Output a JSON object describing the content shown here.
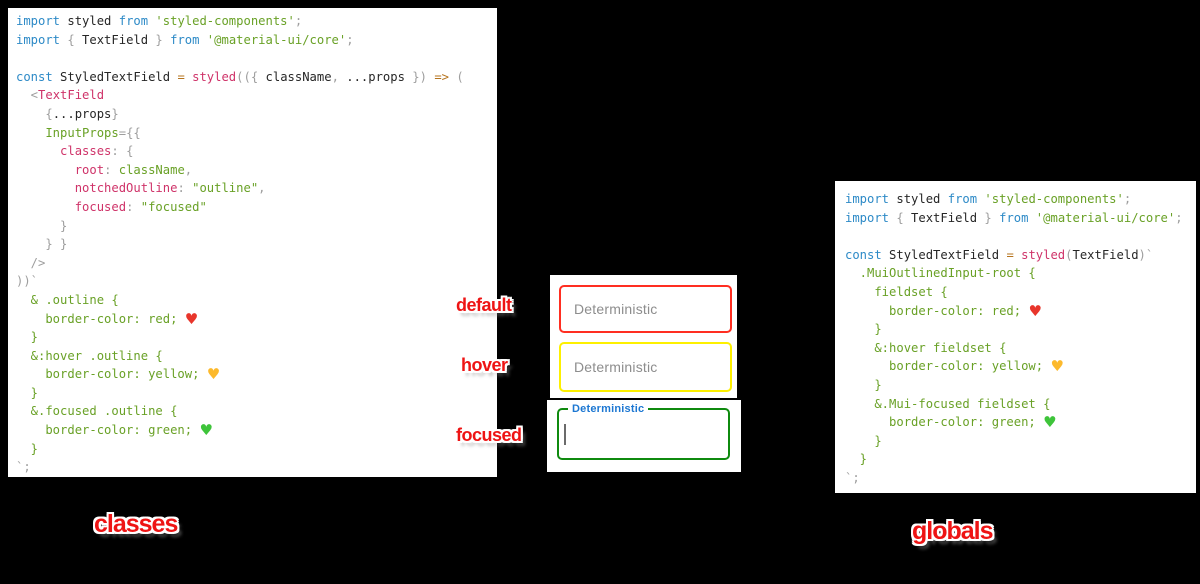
{
  "colors": {
    "background": "#000000",
    "keyword_blue": "#2d8ac7",
    "string_green": "#69a126",
    "property_pink": "#cf3369",
    "operator_orange": "#b5731d",
    "punctuation_gray": "#9e9e9e",
    "code_text": "#262626",
    "annotation_red": "#ee1414",
    "heart_red": "#e8352b",
    "heart_yellow": "#fcb92c",
    "heart_green": "#3ec43a",
    "field_default_border": "#ff2e21",
    "field_hover_border": "#fdf000",
    "field_focused_border": "#0f8a0f",
    "focused_label_blue": "#1c77d2",
    "placeholder_gray": "#8d8d8d"
  },
  "left_code": {
    "caption": "classes",
    "lines": [
      [
        [
          "k",
          "import"
        ],
        [
          "t",
          " styled "
        ],
        [
          "k",
          "from"
        ],
        [
          "s",
          " 'styled-components'"
        ],
        [
          "p",
          ";"
        ]
      ],
      [
        [
          "k",
          "import"
        ],
        [
          "p",
          " { "
        ],
        [
          "t",
          "TextField"
        ],
        [
          "p",
          " } "
        ],
        [
          "k",
          "from"
        ],
        [
          "s",
          " '@material-ui/core'"
        ],
        [
          "p",
          ";"
        ]
      ],
      [],
      [
        [
          "k",
          "const"
        ],
        [
          "t",
          " StyledTextField "
        ],
        [
          "o",
          "="
        ],
        [
          "m",
          " styled"
        ],
        [
          "p",
          "(({ "
        ],
        [
          "t",
          "className"
        ],
        [
          "p",
          ", "
        ],
        [
          "t",
          "...props"
        ],
        [
          "p",
          " }) "
        ],
        [
          "o",
          "=>"
        ],
        [
          "p",
          " ("
        ]
      ],
      [
        [
          "p",
          "  <"
        ],
        [
          "m",
          "TextField"
        ]
      ],
      [
        [
          "p",
          "    {"
        ],
        [
          "t",
          "...props"
        ],
        [
          "p",
          "}"
        ]
      ],
      [
        [
          "s",
          "    InputProps"
        ],
        [
          "p",
          "={{"
        ]
      ],
      [
        [
          "m",
          "      classes"
        ],
        [
          "p",
          ": {"
        ]
      ],
      [
        [
          "m",
          "        root"
        ],
        [
          "p",
          ": "
        ],
        [
          "s",
          "className"
        ],
        [
          "p",
          ","
        ]
      ],
      [
        [
          "m",
          "        notchedOutline"
        ],
        [
          "p",
          ": "
        ],
        [
          "s",
          "\"outline\""
        ],
        [
          "p",
          ","
        ]
      ],
      [
        [
          "m",
          "        focused"
        ],
        [
          "p",
          ": "
        ],
        [
          "s",
          "\"focused\""
        ]
      ],
      [
        [
          "p",
          "      }"
        ]
      ],
      [
        [
          "p",
          "    } }"
        ]
      ],
      [
        [
          "p",
          "  />"
        ]
      ],
      [
        [
          "p",
          "))`"
        ]
      ],
      [
        [
          "s",
          "  & .outline {"
        ]
      ],
      [
        [
          "s",
          "    border-color: red; "
        ],
        [
          "hr",
          "♥"
        ]
      ],
      [
        [
          "s",
          "  }"
        ]
      ],
      [
        [
          "s",
          "  &:hover .outline {"
        ]
      ],
      [
        [
          "s",
          "    border-color: yellow; "
        ],
        [
          "hy",
          "♥"
        ]
      ],
      [
        [
          "s",
          "  }"
        ]
      ],
      [
        [
          "s",
          "  &.focused .outline {"
        ]
      ],
      [
        [
          "s",
          "    border-color: green; "
        ],
        [
          "hg",
          "♥"
        ]
      ],
      [
        [
          "s",
          "  }"
        ]
      ],
      [
        [
          "p",
          "`;"
        ]
      ]
    ]
  },
  "right_code": {
    "caption": "globals",
    "lines": [
      [
        [
          "k",
          "import"
        ],
        [
          "t",
          " styled "
        ],
        [
          "k",
          "from"
        ],
        [
          "s",
          " 'styled-components'"
        ],
        [
          "p",
          ";"
        ]
      ],
      [
        [
          "k",
          "import"
        ],
        [
          "p",
          " { "
        ],
        [
          "t",
          "TextField"
        ],
        [
          "p",
          " } "
        ],
        [
          "k",
          "from"
        ],
        [
          "s",
          " '@material-ui/core'"
        ],
        [
          "p",
          ";"
        ]
      ],
      [],
      [
        [
          "k",
          "const"
        ],
        [
          "t",
          " StyledTextField "
        ],
        [
          "o",
          "="
        ],
        [
          "m",
          " styled"
        ],
        [
          "p",
          "("
        ],
        [
          "t",
          "TextField"
        ],
        [
          "p",
          ")`"
        ]
      ],
      [
        [
          "s",
          "  .MuiOutlinedInput-root {"
        ]
      ],
      [
        [
          "s",
          "    fieldset {"
        ]
      ],
      [
        [
          "s",
          "      border-color: red; "
        ],
        [
          "hr",
          "♥"
        ]
      ],
      [
        [
          "s",
          "    }"
        ]
      ],
      [
        [
          "s",
          "    &:hover fieldset {"
        ]
      ],
      [
        [
          "s",
          "      border-color: yellow; "
        ],
        [
          "hy",
          "♥"
        ]
      ],
      [
        [
          "s",
          "    }"
        ]
      ],
      [
        [
          "s",
          "    &.Mui-focused fieldset {"
        ]
      ],
      [
        [
          "s",
          "      border-color: green; "
        ],
        [
          "hg",
          "♥"
        ]
      ],
      [
        [
          "s",
          "    }"
        ]
      ],
      [
        [
          "s",
          "  }"
        ]
      ],
      [
        [
          "p",
          "`;"
        ]
      ]
    ]
  },
  "middle": {
    "annotations": [
      {
        "text": "default"
      },
      {
        "text": "hover"
      },
      {
        "text": "focused"
      }
    ],
    "fields": [
      {
        "state": "default",
        "placeholder": "Deterministic",
        "border_color": "#ff2e21"
      },
      {
        "state": "hover",
        "placeholder": "Deterministic",
        "border_color": "#fdf000"
      },
      {
        "state": "focused",
        "label": "Deterministic",
        "border_color": "#0f8a0f",
        "label_color": "#1c77d2"
      }
    ]
  }
}
